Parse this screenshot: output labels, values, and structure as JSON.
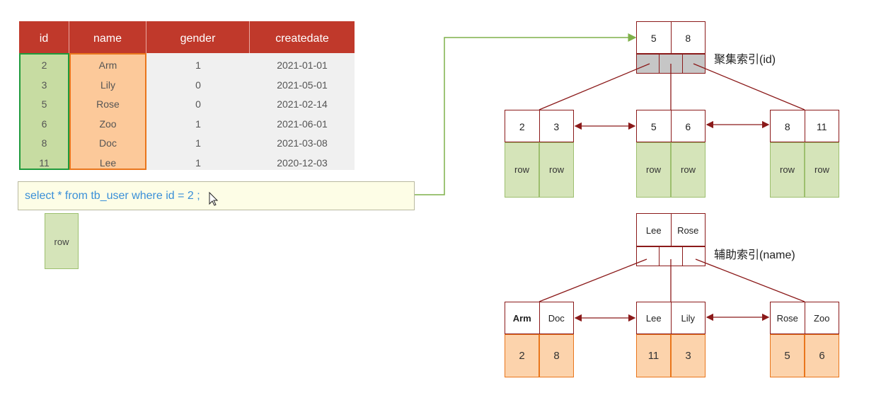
{
  "table": {
    "headers": [
      "id",
      "name",
      "gender",
      "createdate"
    ],
    "rows": [
      [
        "2",
        "Arm",
        "1",
        "2021-01-01"
      ],
      [
        "3",
        "Lily",
        "0",
        "2021-05-01"
      ],
      [
        "5",
        "Rose",
        "0",
        "2021-02-14"
      ],
      [
        "6",
        "Zoo",
        "1",
        "2021-06-01"
      ],
      [
        "8",
        "Doc",
        "1",
        "2021-03-08"
      ],
      [
        "11",
        "Lee",
        "1",
        "2020-12-03"
      ]
    ]
  },
  "query": {
    "sql": "select * from tb_user where id = 2 ;"
  },
  "result": {
    "row_label": "row"
  },
  "clustered": {
    "label": "聚集索引(id)",
    "root": [
      "5",
      "8"
    ],
    "leaves": [
      {
        "keys": [
          "2",
          "3"
        ],
        "data": [
          "row",
          "row"
        ]
      },
      {
        "keys": [
          "5",
          "6"
        ],
        "data": [
          "row",
          "row"
        ]
      },
      {
        "keys": [
          "8",
          "11"
        ],
        "data": [
          "row",
          "row"
        ]
      }
    ]
  },
  "secondary": {
    "label": "辅助索引(name)",
    "root": [
      "Lee",
      "Rose"
    ],
    "leaves": [
      {
        "keys": [
          "Arm",
          "Doc"
        ],
        "data": [
          "2",
          "8"
        ]
      },
      {
        "keys": [
          "Lee",
          "Lily"
        ],
        "data": [
          "11",
          "3"
        ]
      },
      {
        "keys": [
          "Rose",
          "Zoo"
        ],
        "data": [
          "5",
          "6"
        ]
      }
    ]
  },
  "colors": {
    "header": "#c0392b",
    "id_col": "#1f9a3c",
    "name_col": "#e9761c",
    "tree_line": "#8b1a1a",
    "link": "#7fb04a"
  }
}
